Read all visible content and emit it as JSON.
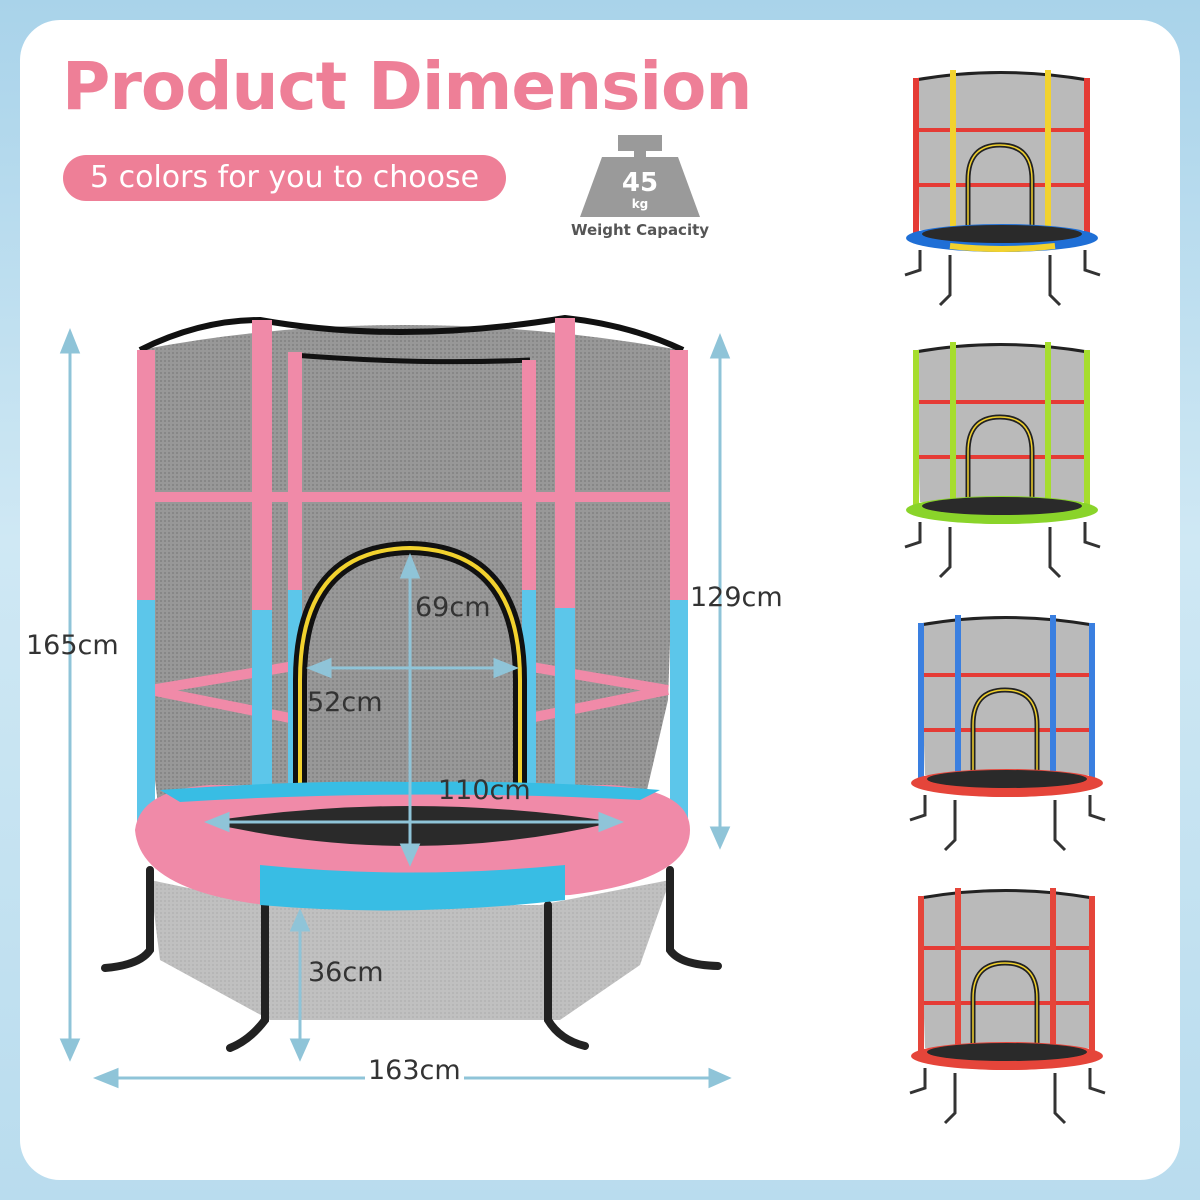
{
  "title": "Product Dimension",
  "subtitle": "5 colors for you to choose",
  "weight": {
    "value": "45",
    "unit": "kg",
    "label": "Weight Capacity",
    "icon": "weight-icon"
  },
  "dimensions": {
    "total_height": "165cm",
    "net_height": "129cm",
    "door_height": "69cm",
    "door_width": "52cm",
    "mat_diameter": "110cm",
    "frame_height": "36cm",
    "total_width": "163cm"
  },
  "colors": {
    "title": "#ee7f97",
    "arrow": "#8fc4d8",
    "pink": "#f08aa8",
    "cyan": "#4fc3e6"
  },
  "variants": [
    {
      "name": "red-blue-yellow",
      "pole": "#e53b35",
      "pole2": "#f2d22e",
      "ring": "#e53b35",
      "pad": "#1f6fd6",
      "pad2": "#f2d22e"
    },
    {
      "name": "green",
      "pole": "#a6dd2e",
      "pole2": "#a6dd2e",
      "ring": "#e53b35",
      "pad": "#8ad42a",
      "pad2": "#8ad42a"
    },
    {
      "name": "blue-red",
      "pole": "#3a7fe0",
      "pole2": "#3a7fe0",
      "ring": "#e53b35",
      "pad": "#e5453a",
      "pad2": "#e5453a"
    },
    {
      "name": "red",
      "pole": "#e5453a",
      "pole2": "#e5453a",
      "ring": "#e53b35",
      "pad": "#e5453a",
      "pad2": "#e5453a"
    }
  ]
}
